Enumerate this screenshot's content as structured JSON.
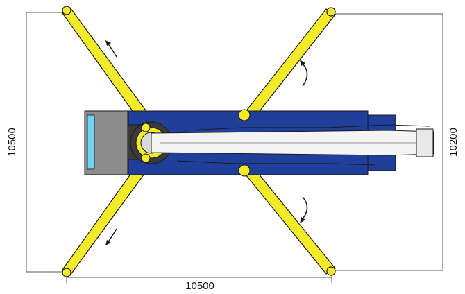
{
  "dimensions": {
    "left_height": "10500",
    "right_height": "10200",
    "bottom_width": "10500"
  },
  "colors": {
    "outrigger_yellow": "#f3ea2a",
    "chassis_blue": "#1f3f9a",
    "counterweight_grey": "#8c8c8c",
    "window_cyan": "#6fd3f2",
    "boom_white": "#f4f4f4",
    "line_dark": "#1a1a1a",
    "dimension_line": "#555555"
  },
  "icons": {
    "rotation_arrow": "curved-arrow-icon"
  }
}
